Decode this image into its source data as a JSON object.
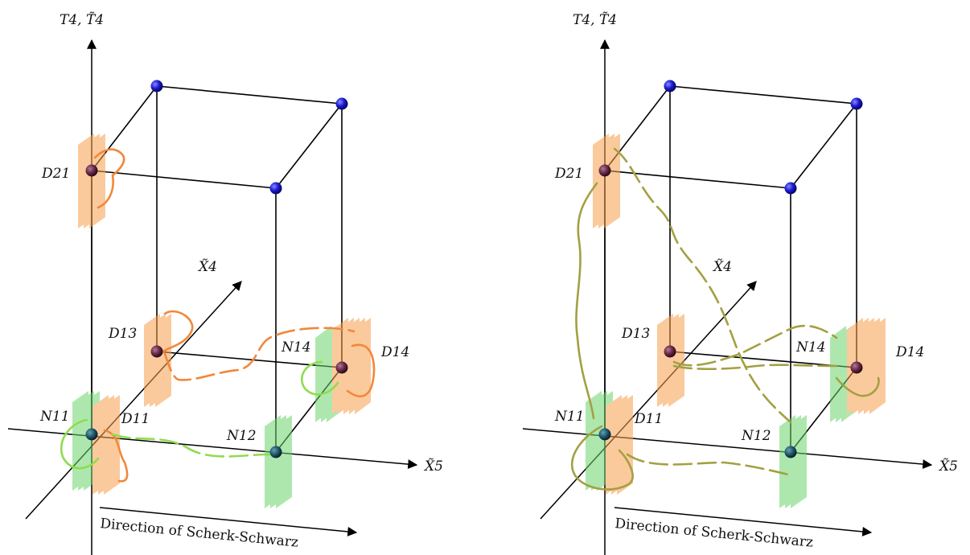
{
  "panels": [
    {
      "id": "left",
      "axis_vertical": "T4, T̃4",
      "axis_depth": "X̃4",
      "axis_horizontal": "X̃5",
      "direction_label": "Direction of Scherk-Schwarz",
      "labels": {
        "d21": "D21",
        "d13": "D13",
        "d14": "D14",
        "n14": "N14",
        "n11": "N11",
        "d11": "D11",
        "n12": "N12"
      },
      "string_style": "orange-and-green"
    },
    {
      "id": "right",
      "axis_vertical": "T4, T̃4",
      "axis_depth": "X̃4",
      "axis_horizontal": "X̃5",
      "direction_label": "Direction of Scherk-Schwarz",
      "labels": {
        "d21": "D21",
        "d13": "D13",
        "d14": "D14",
        "n14": "N14",
        "n11": "N11",
        "d11": "D11",
        "n12": "N12"
      },
      "string_style": "olive"
    }
  ],
  "colors": {
    "dbrane": "#f6a04d",
    "nbrane": "#6cd46c",
    "orange_string": "#f2873a",
    "green_string": "#8fdc4f",
    "olive_string": "#a3a043",
    "blue_node": "#1a1ad0",
    "purple_node": "#6a2a48",
    "teal_node": "#1f5a6e"
  }
}
